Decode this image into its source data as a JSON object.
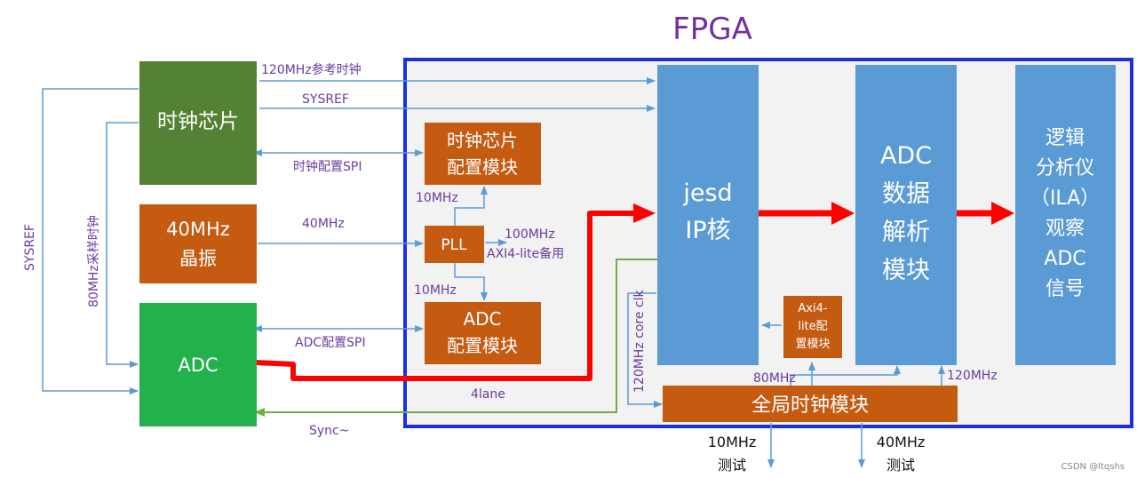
{
  "title": "FPGA",
  "blocks": {
    "clock_chip": "时钟芯片",
    "osc_line1": "40MHz",
    "osc_line2": "晶振",
    "adc": "ADC",
    "clock_cfg_line1": "时钟芯片",
    "clock_cfg_line2": "配置模块",
    "pll": "PLL",
    "adc_cfg_line1": "ADC",
    "adc_cfg_line2": "配置模块",
    "jesd_line1": "jesd",
    "jesd_line2": "IP核",
    "parse_line1": "ADC",
    "parse_line2": "数据",
    "parse_line3": "解析",
    "parse_line4": "模块",
    "ila_line1": "逻辑",
    "ila_line2": "分析仪",
    "ila_line3": "（ILA）",
    "ila_line4": "观察",
    "ila_line5": "ADC",
    "ila_line6": "信号",
    "axi_line1": "Axi4-",
    "axi_line2": "lite配",
    "axi_line3": "置模块",
    "global_clk": "全局时钟模块"
  },
  "labels": {
    "ref_clk": "120MHz参考时钟",
    "sysref_top": "SYSREF",
    "clk_spi": "时钟配置SPI",
    "osc_40": "40MHz",
    "pll_10_top": "10MHz",
    "pll_100": "100MHz",
    "axi_spare": "AXI4-lite备用",
    "pll_10_bottom": "10MHz",
    "adc_spi": "ADC配置SPI",
    "lane4": "4lane",
    "sync": "Sync~",
    "sysref_left": "SYSREF",
    "sample_clk": "80MHz采样时钟",
    "core_clk": "120MHz core clk",
    "clk_80": "80MHz",
    "clk_120": "120MHz",
    "test10_line1": "10MHz",
    "test10_line2": "测试",
    "test40_line1": "40MHz",
    "test40_line2": "测试"
  },
  "watermark": "CSDN @ltqshs",
  "colors": {
    "fpga_border": "#1a2ee6",
    "fpga_fill": "#f2f2f2",
    "dark_green": "#548235",
    "bright_green": "#22b14c",
    "orange": "#c55a11",
    "blue_block": "#5b9bd5",
    "signal_line": "#5b9bd5",
    "data_path": "#ff0000",
    "sync_line": "#70ad47",
    "label_purple": "#6b3aa0"
  }
}
